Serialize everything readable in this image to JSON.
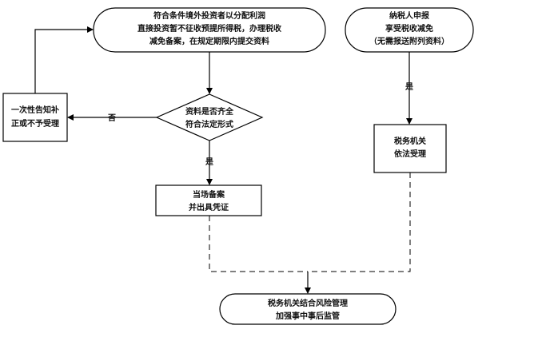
{
  "flowchart": {
    "nodes": {
      "start_left": {
        "lines": [
          "符合条件境外投资者以分配利润",
          "直接投资暂不征收预提所得税，办理税收",
          "减免备案，在规定期限内提交资料"
        ]
      },
      "start_right": {
        "lines": [
          "纳税人申报",
          "享受税收减免",
          "（无需报送附列资料）"
        ]
      },
      "decision": {
        "lines": [
          "资料是否齐全",
          "符合法定形式"
        ]
      },
      "notify_box": {
        "lines": [
          "一次性告知补",
          "正或不予受理"
        ]
      },
      "accept_box": {
        "lines": [
          "当场备案",
          "并出具凭证"
        ]
      },
      "tax_office_box": {
        "lines": [
          "税务机关",
          "依法受理"
        ]
      },
      "end_node": {
        "lines": [
          "税务机关结合风险管理",
          "加强事中事后监管"
        ]
      }
    },
    "edge_labels": {
      "no": "否",
      "yes_left": "是",
      "yes_right": "是"
    }
  }
}
